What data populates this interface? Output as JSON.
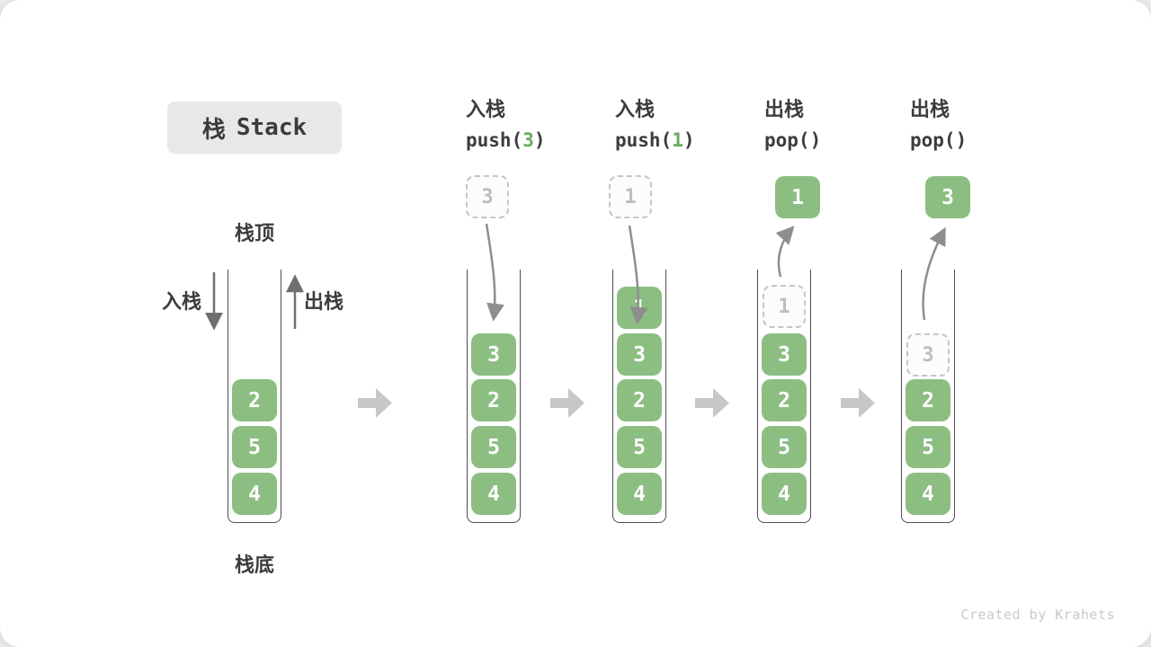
{
  "title": {
    "zh": "栈",
    "en": "Stack"
  },
  "labels": {
    "stack_top": "栈顶",
    "stack_bottom": "栈底",
    "push": "入栈",
    "pop": "出栈"
  },
  "watermark": "Created by Krahets",
  "colors": {
    "element_green": "#8CBE82",
    "code_arg_green": "#68AC5D",
    "ghost_border_gray": "#C5C5C5",
    "curved_arrow_gray": "#8E8E8E",
    "block_arrow_gray": "#C7C7C7",
    "wall_dark": "#4F4F4F",
    "text_dark": "#3C3C3C",
    "title_box_bg": "#E8E8E8"
  },
  "stages": [
    {
      "name": "initial",
      "items": [
        "2",
        "5",
        "4"
      ]
    },
    {
      "name": "push-3",
      "op_zh": "入栈",
      "code_pre": "push(",
      "code_arg": "3",
      "code_post": ")",
      "incoming": "3",
      "items": [
        "3",
        "2",
        "5",
        "4"
      ]
    },
    {
      "name": "push-1",
      "op_zh": "入栈",
      "code_pre": "push(",
      "code_arg": "1",
      "code_post": ")",
      "incoming": "1",
      "items": [
        "1",
        "3",
        "2",
        "5",
        "4"
      ]
    },
    {
      "name": "pop-1",
      "op_zh": "出栈",
      "code_pre": "pop(",
      "code_arg": "",
      "code_post": ")",
      "outgoing": "1",
      "ghost": "1",
      "items": [
        "3",
        "2",
        "5",
        "4"
      ]
    },
    {
      "name": "pop-3",
      "op_zh": "出栈",
      "code_pre": "pop(",
      "code_arg": "",
      "code_post": ")",
      "outgoing": "3",
      "ghost": "3",
      "items": [
        "2",
        "5",
        "4"
      ]
    }
  ]
}
